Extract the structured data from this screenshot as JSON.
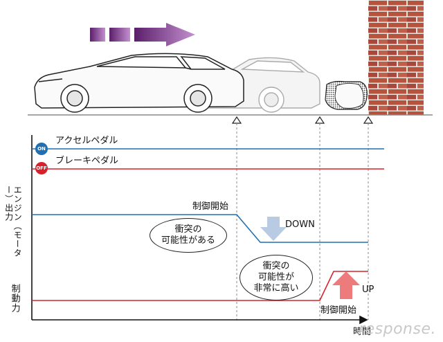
{
  "signals": {
    "accel": {
      "badge": "ON",
      "label": "アクセルペダル",
      "color": "#1f6fb2"
    },
    "brake": {
      "badge": "OFF",
      "label": "ブレーキペダル",
      "color": "#d8202a"
    }
  },
  "axis": {
    "engine_label": "エンジン（モーター）出力",
    "brake_force_label": "制動力",
    "time_label": "時間"
  },
  "annotations": {
    "control_start_1": "制御開始",
    "control_start_2": "制御開始",
    "down": "DOWN",
    "up": "UP",
    "bubble_1": [
      "衝突の",
      "可能性がある"
    ],
    "bubble_2": [
      "衝突の",
      "可能性が",
      "非常に高い"
    ]
  },
  "colors": {
    "engine_line": "#1f6fb2",
    "brake_line": "#d8202a",
    "down_arrow": "#b9cbe3",
    "up_arrow": "#ee7b7b",
    "motion_arrow": "#7a2f86",
    "brick": "#b5533c"
  },
  "watermark": "response."
}
